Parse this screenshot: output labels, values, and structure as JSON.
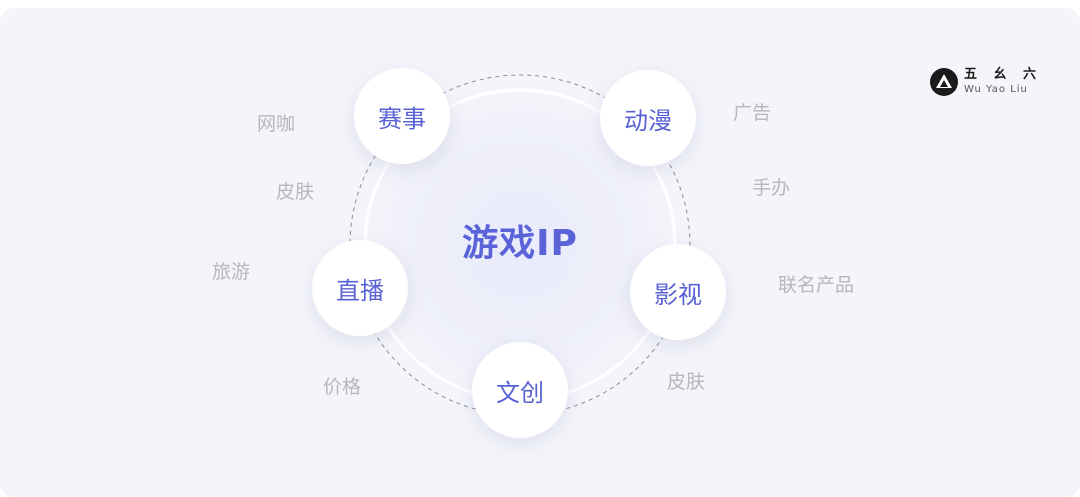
{
  "center": {
    "title": "游戏IP"
  },
  "nodes": [
    {
      "id": "saishi",
      "label": "赛事"
    },
    {
      "id": "dongman",
      "label": "动漫"
    },
    {
      "id": "yingshi",
      "label": "影视"
    },
    {
      "id": "wenchuang",
      "label": "文创"
    },
    {
      "id": "zhibo",
      "label": "直播"
    }
  ],
  "outer_labels": [
    "网咖",
    "皮肤",
    "旅游",
    "价格",
    "广告",
    "手办",
    "联名产品",
    "皮肤"
  ],
  "logo": {
    "name": "五 幺 六",
    "subtitle": "Wu Yao Liu"
  },
  "colors": {
    "background": "#f4f5fa",
    "accent": "#5b63d8",
    "muted_text": "#b6b7bf",
    "node_fill": "#ffffff",
    "logo": "#1a1a1a"
  }
}
